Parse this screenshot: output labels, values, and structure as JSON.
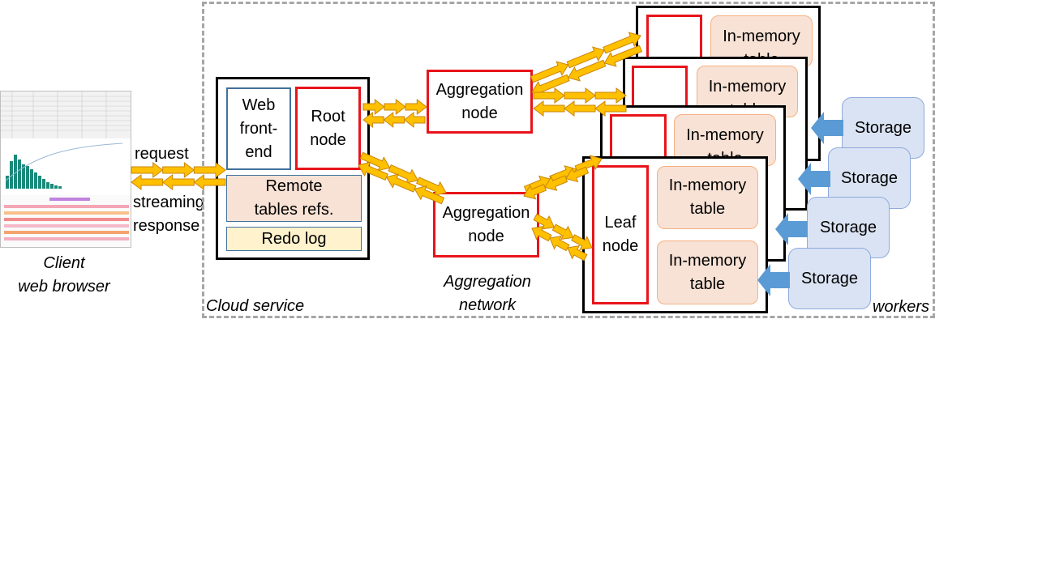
{
  "client": {
    "caption_line1": "Client",
    "caption_line2": "web browser"
  },
  "request_label": "request",
  "response_label_line1": "streaming",
  "response_label_line2": "response",
  "cloud": {
    "label": "Cloud service",
    "web_frontend": [
      "Web",
      "front-",
      "end"
    ],
    "root_node": [
      "Root",
      "node"
    ],
    "remote_tables": [
      "Remote",
      "tables refs."
    ],
    "redo_log": "Redo log"
  },
  "aggregation": {
    "node_top": [
      "Aggregation",
      "node"
    ],
    "node_bottom": [
      "Aggregation",
      "node"
    ],
    "network_label_line1": "Aggregation",
    "network_label_line2": "network"
  },
  "workers": {
    "label": "workers",
    "leaf_node": [
      "Leaf",
      "node"
    ],
    "table_label": [
      "In-memory",
      "table"
    ],
    "storage_label": "Storage"
  },
  "colors": {
    "arrow_fill": "#ffc000",
    "arrow_stroke": "#c9850a",
    "node_red": "#e8141b",
    "frontend_blue": "#41719c",
    "storage_fill": "#dae3f3",
    "storage_arrow": "#5b9bd5",
    "table_fill": "#f8e2d5",
    "redo_fill": "#fff2cc"
  }
}
